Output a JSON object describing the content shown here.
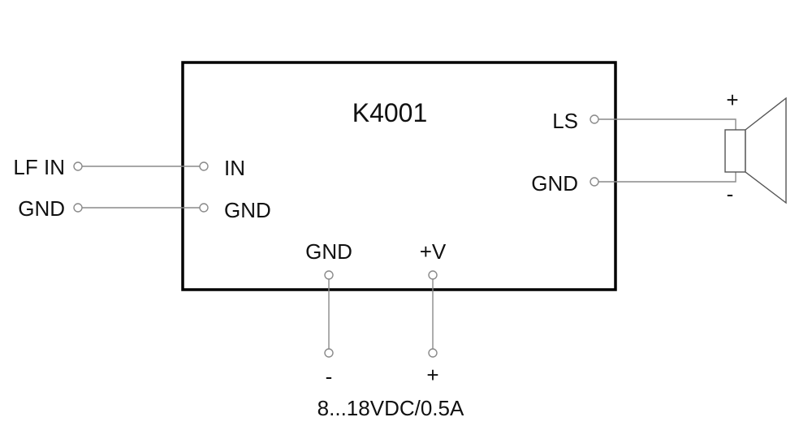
{
  "module": {
    "title": "K4001"
  },
  "inputs": {
    "lf_in_label": "LF IN",
    "gnd_label": "GND",
    "in_pin_label": "IN",
    "gnd_pin_label": "GND"
  },
  "output": {
    "ls_pin_label": "LS",
    "gnd_pin_label": "GND",
    "speaker_plus": "+",
    "speaker_minus": "-"
  },
  "power": {
    "gnd_pin_label": "GND",
    "vplus_pin_label": "+V",
    "minus_terminal": "-",
    "plus_terminal": "+",
    "supply_spec": "8...18VDC/0.5A"
  }
}
